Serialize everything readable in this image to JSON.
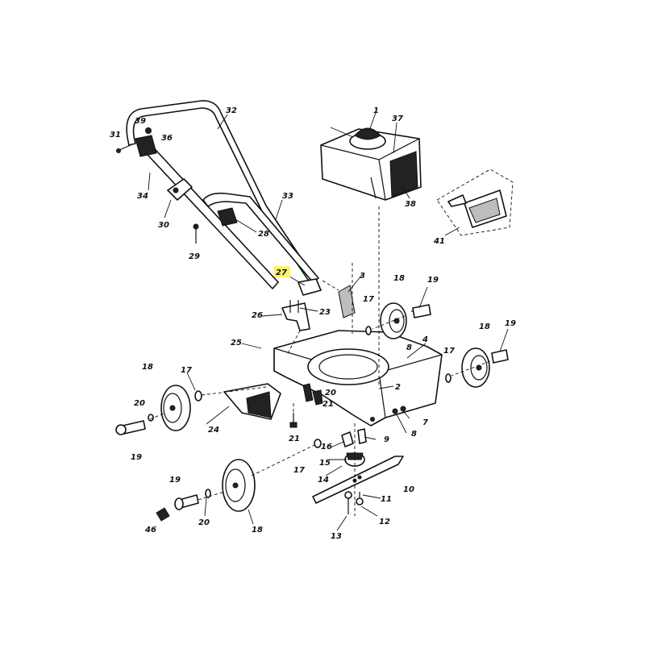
{
  "diagram": {
    "highlight_color": "#fff36b",
    "labels": {
      "p1": "1",
      "p37": "37",
      "p38": "38",
      "p41": "41",
      "p39": "39",
      "p31": "31",
      "p36": "36",
      "p32": "32",
      "p34": "34",
      "p30": "30",
      "p33": "33",
      "p28": "28",
      "p29": "29",
      "p27": "27",
      "p3": "3",
      "p18a": "18",
      "p19a": "19",
      "p26": "26",
      "p23": "23",
      "p17a": "17",
      "p4": "4",
      "p8a": "8",
      "p25": "25",
      "p18b": "18",
      "p19b": "19",
      "p17b": "17",
      "p18c": "18",
      "p17c": "17",
      "p20a": "20",
      "p2": "2",
      "p20b": "20",
      "p21a": "21",
      "p24": "24",
      "p7": "7",
      "p8b": "8",
      "p19c": "19",
      "p21b": "21",
      "p9": "9",
      "p16": "16",
      "p15": "15",
      "p17d": "17",
      "p14": "14",
      "p10": "10",
      "p19d": "19",
      "p11": "11",
      "p20c": "20",
      "p12": "12",
      "p46": "46",
      "p18d": "18",
      "p13": "13"
    }
  }
}
